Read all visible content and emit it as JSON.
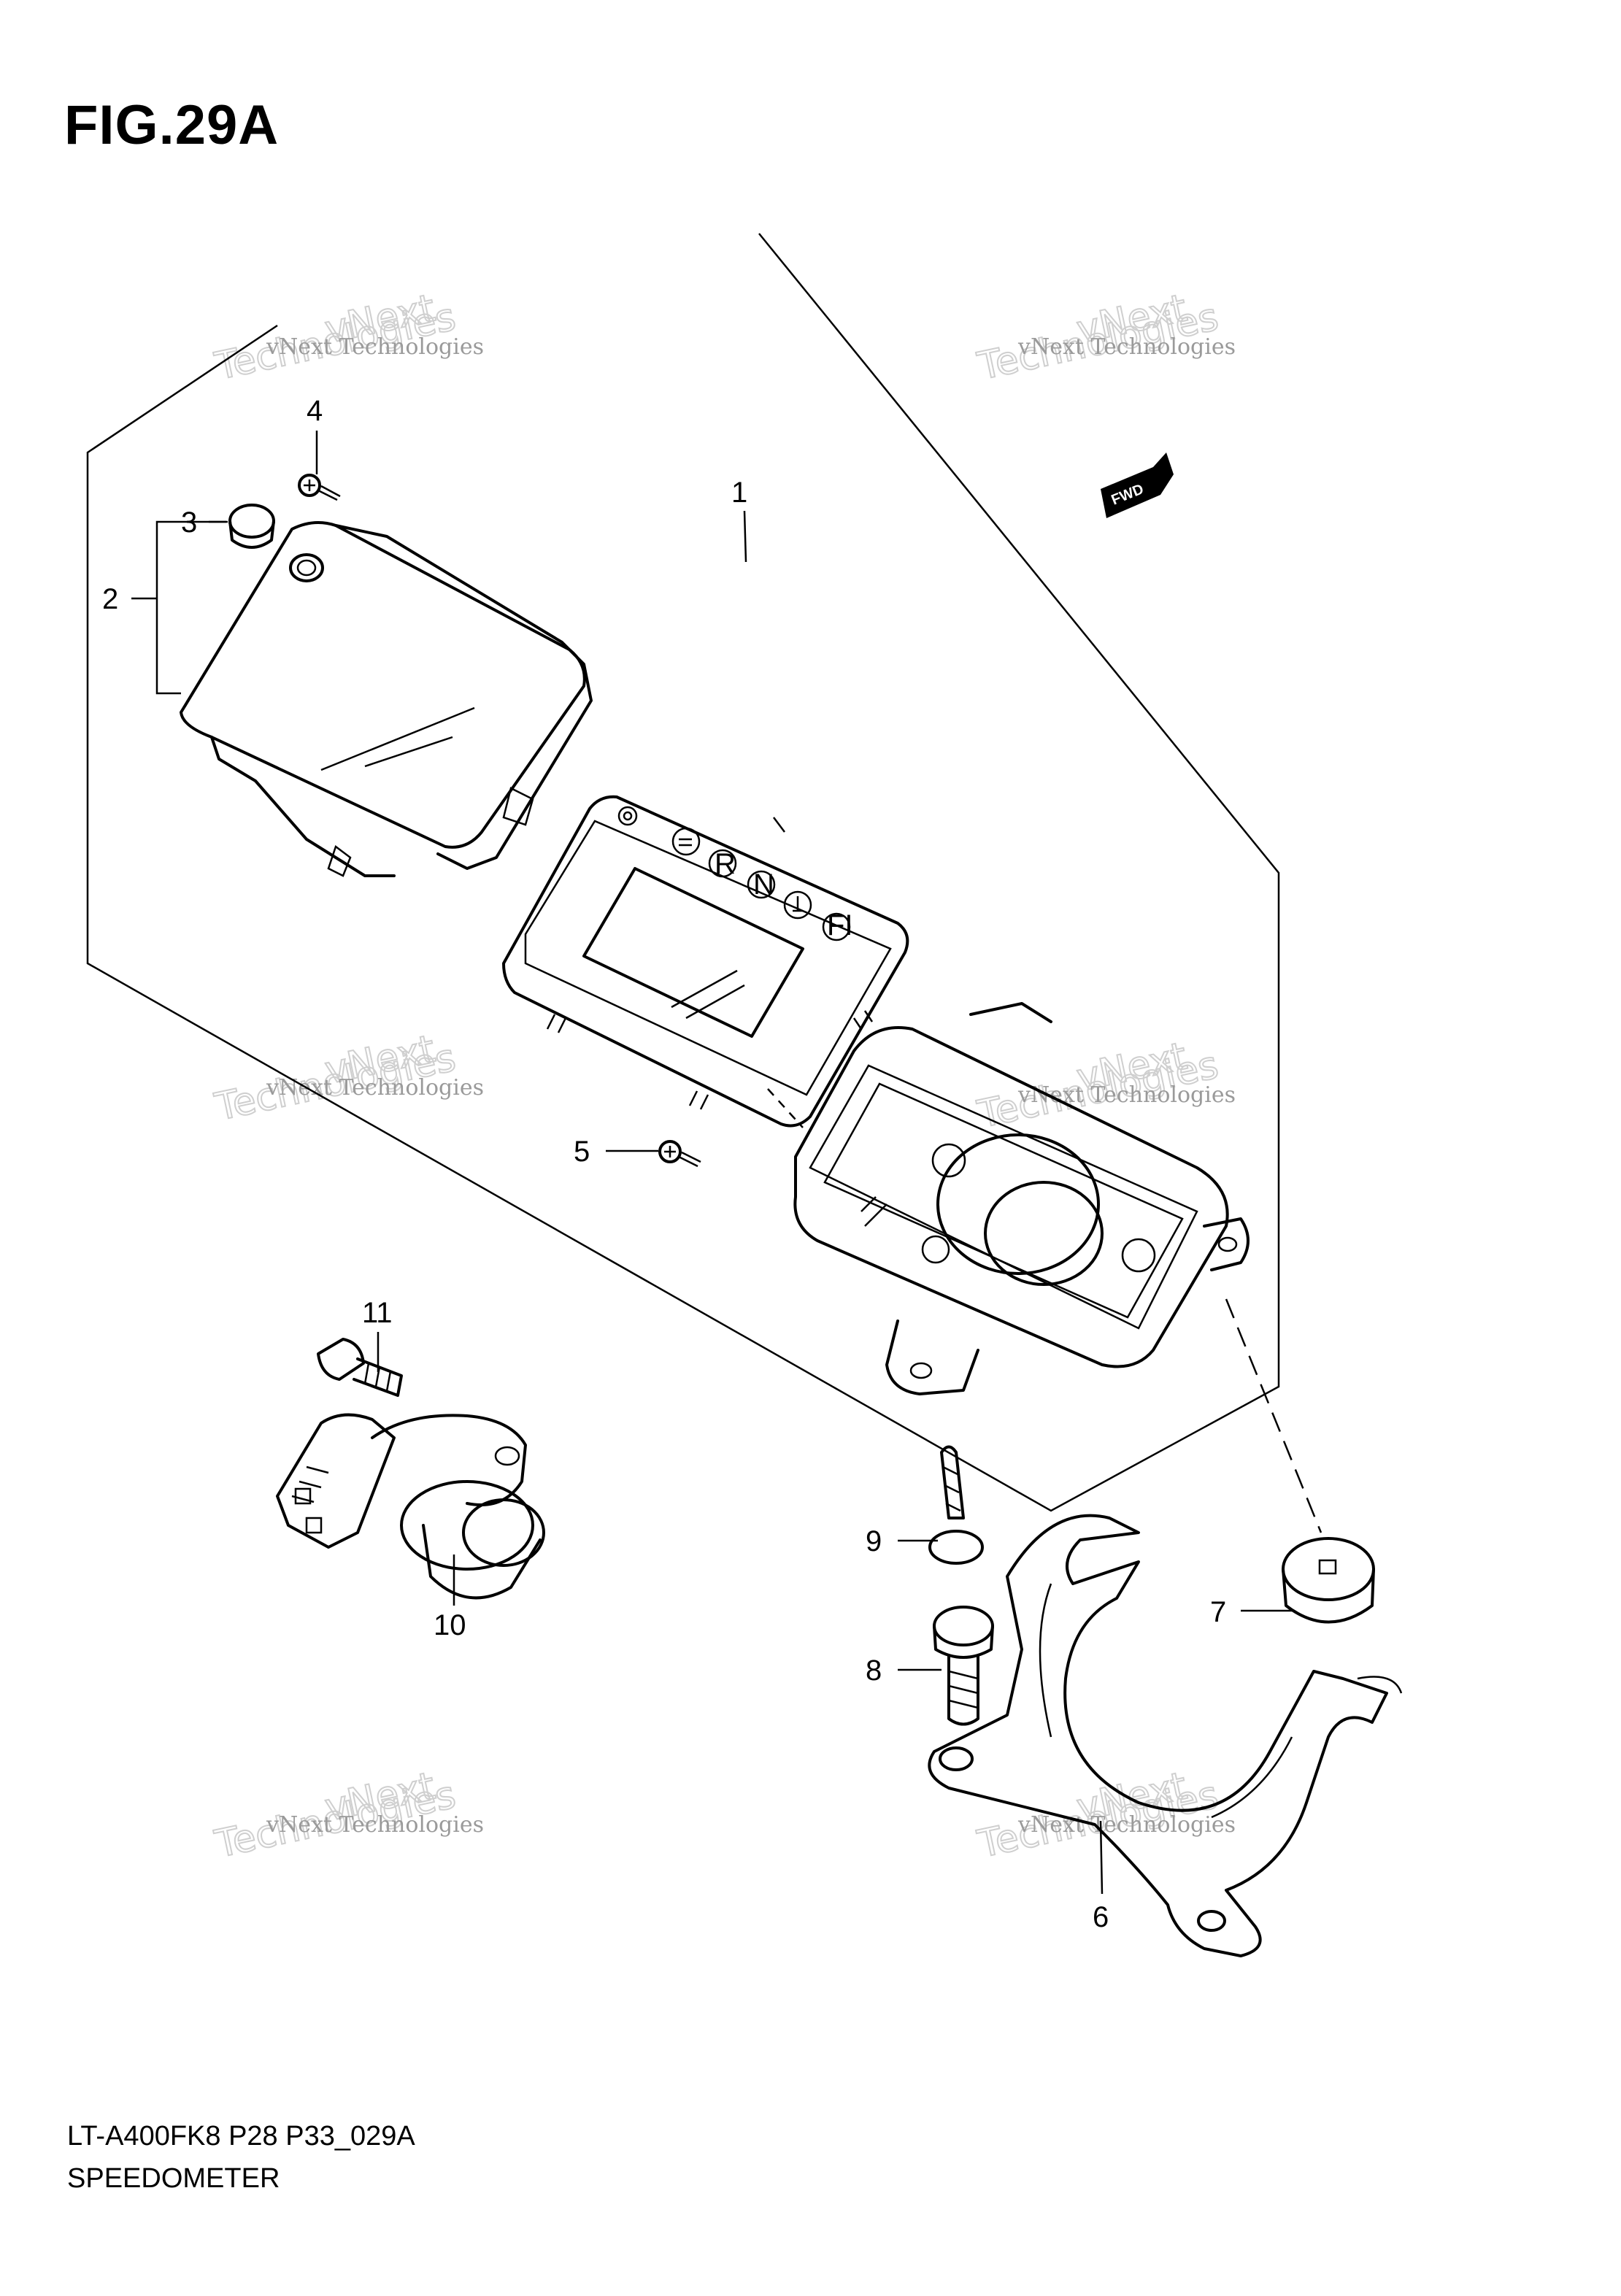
{
  "figure": {
    "title": "FIG.29A",
    "model_code": "LT-A400FK8 P28 P33_029A",
    "section_name": "SPEEDOMETER"
  },
  "fwd_badge": {
    "text": "FWD"
  },
  "watermark": {
    "line_small": "vNext Technologies",
    "line_big": "Technologies",
    "line_tilt": "vNext"
  },
  "indicator_lamps": [
    "",
    "R",
    "N",
    "",
    "FI"
  ],
  "callouts": [
    {
      "number": "1"
    },
    {
      "number": "2"
    },
    {
      "number": "3"
    },
    {
      "number": "4"
    },
    {
      "number": "5"
    },
    {
      "number": "6"
    },
    {
      "number": "7"
    },
    {
      "number": "8"
    },
    {
      "number": "9"
    },
    {
      "number": "10"
    },
    {
      "number": "11"
    }
  ]
}
